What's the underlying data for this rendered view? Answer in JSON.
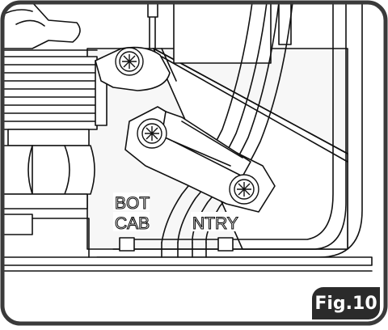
{
  "figure": {
    "label": "Fig.10"
  },
  "embossed_text": {
    "line1": "BOT",
    "line2_left": "CAB",
    "line2_right": "NTRY"
  }
}
